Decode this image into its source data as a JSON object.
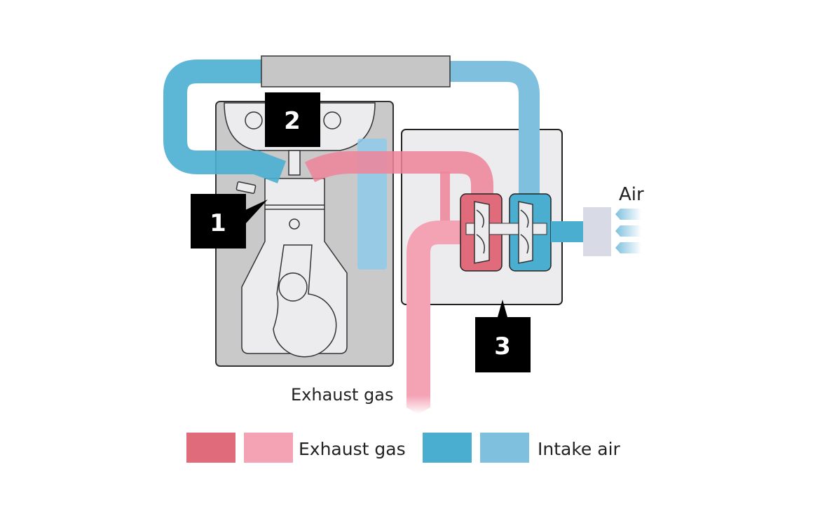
{
  "labels": {
    "air": "Air",
    "exhaust_outlet": "Exhaust gas",
    "callout_1": "1",
    "callout_2": "2",
    "callout_3": "3"
  },
  "legend": [
    {
      "label": "Exhaust gas",
      "colors": [
        "#e06b7b",
        "#f4a3b5"
      ]
    },
    {
      "label": "Intake air",
      "colors": [
        "#4aaed0",
        "#7ec0de"
      ]
    }
  ],
  "colors": {
    "exhaust_dark": "#e06b7b",
    "exhaust_light": "#f4a3b5",
    "intake_dark": "#4aaed0",
    "intake_light": "#7ec0de",
    "engine": "#c9c9c9"
  }
}
